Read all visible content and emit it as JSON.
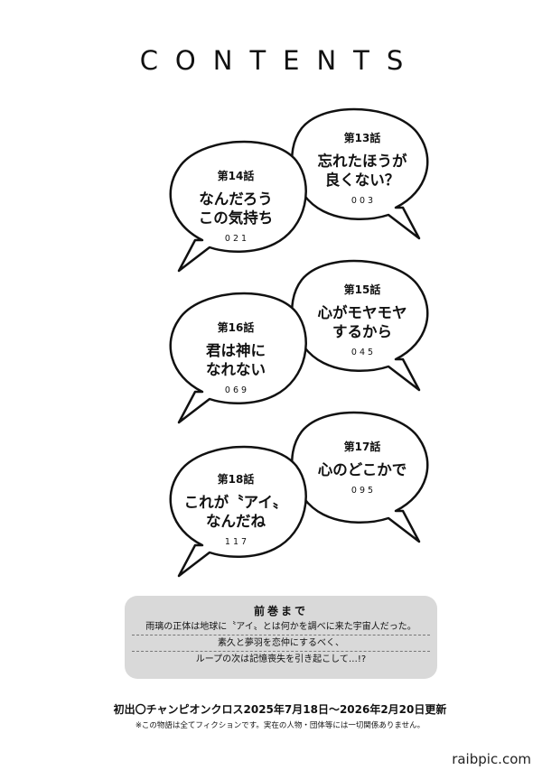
{
  "page_title": "CONTENTS",
  "chapters": [
    {
      "number": "第13話",
      "title_lines": [
        "忘れたほうが",
        "良くない？"
      ],
      "page": "003"
    },
    {
      "number": "第14話",
      "title_lines": [
        "なんだろう",
        "この気持ち"
      ],
      "page": "021"
    },
    {
      "number": "第15話",
      "title_lines": [
        "心がモヤモヤ",
        "するから"
      ],
      "page": "045"
    },
    {
      "number": "第16話",
      "title_lines": [
        "君は神に",
        "なれない"
      ],
      "page": "069"
    },
    {
      "number": "第17話",
      "title_lines": [
        "心のどこかで"
      ],
      "page": "095"
    },
    {
      "number": "第18話",
      "title_lines": [
        "これが〝アイ〟",
        "なんだね"
      ],
      "page": "117"
    }
  ],
  "recap": {
    "heading": "前巻まで",
    "lines": [
      "雨璃の正体は地球に〝アイ〟とは何かを調べに来た宇宙人だった。",
      "素久と夢羽を恋仲にするべく、",
      "ループの次は記憶喪失を引き起こして…!?"
    ]
  },
  "first_publication": "初出〇チャンピオンクロス2025年7月18日～2026年2月20日更新",
  "disclaimer": "※この物語は全てフィクションです。実在の人物・団体等には一切関係ありません。",
  "watermark": "raibpic.com"
}
